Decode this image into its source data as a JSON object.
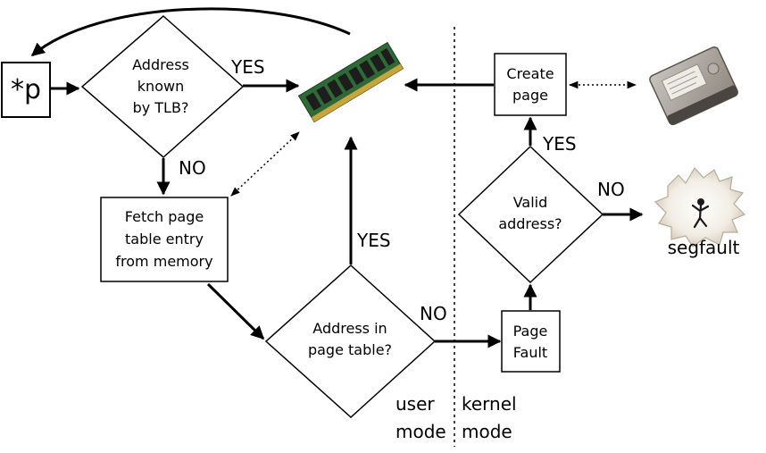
{
  "nodes": {
    "deref": "*p",
    "tlb": [
      "Address",
      "known",
      "by TLB?"
    ],
    "fetch": [
      "Fetch page",
      "table entry",
      "from memory"
    ],
    "in_page_table": [
      "Address in",
      "page table?"
    ],
    "page_fault": [
      "Page",
      "Fault"
    ],
    "valid": [
      "Valid",
      "address?"
    ],
    "create": [
      "Create",
      "page"
    ],
    "segfault": "segfault"
  },
  "edges": {
    "tlb_yes": "YES",
    "tlb_no": "NO",
    "pt_yes": "YES",
    "pt_no": "NO",
    "valid_yes": "YES",
    "valid_no": "NO"
  },
  "regions": {
    "user": [
      "user",
      "mode"
    ],
    "kernel": [
      "kernel",
      "mode"
    ]
  },
  "icons": {
    "memory": "ram-module-icon",
    "disk": "hard-disk-icon",
    "explosion": "explosion-icon"
  }
}
